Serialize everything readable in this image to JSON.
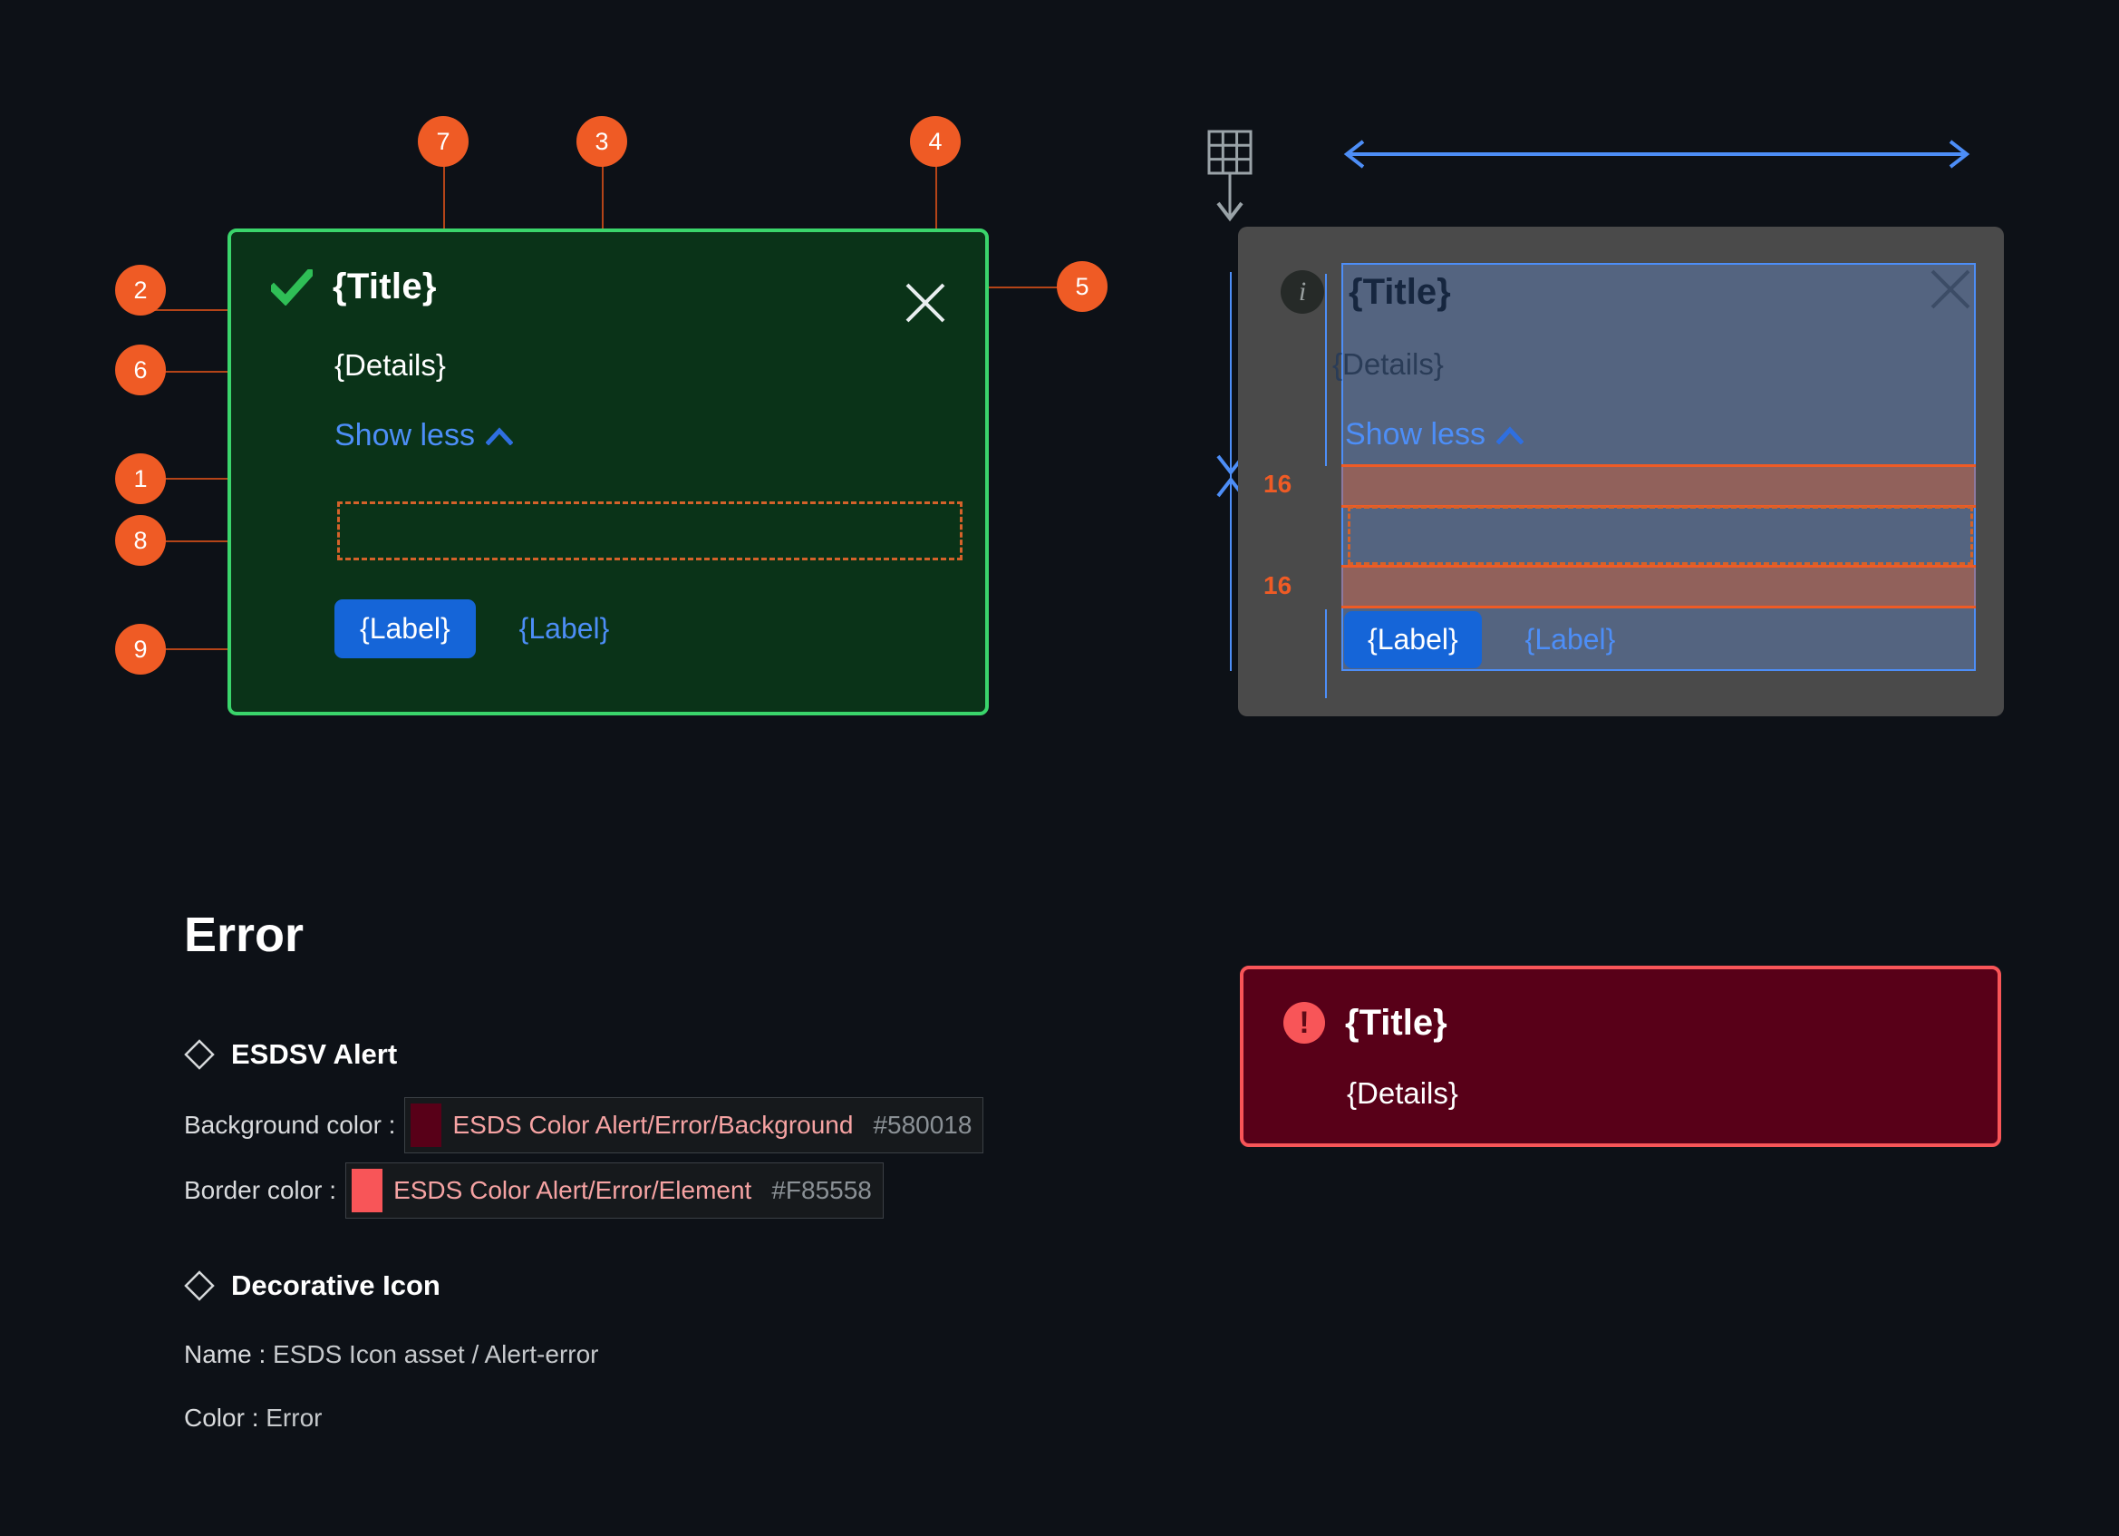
{
  "success_alert": {
    "title": "{Title}",
    "details": "{Details}",
    "show_less": "Show less",
    "primary_label": "{Label}",
    "secondary_label": "{Label}",
    "status_icon": "check-icon",
    "close_icon": "close-icon",
    "colors": {
      "background": "#0A3318",
      "border": "#3AD56B",
      "link": "#4D8EF7",
      "primary_button": "#1565D8"
    }
  },
  "callouts": [
    {
      "number": "1"
    },
    {
      "number": "2"
    },
    {
      "number": "3"
    },
    {
      "number": "4"
    },
    {
      "number": "5"
    },
    {
      "number": "6"
    },
    {
      "number": "7"
    },
    {
      "number": "8"
    },
    {
      "number": "9"
    }
  ],
  "spec_panel": {
    "title": "{Title}",
    "details": "{Details}",
    "show_less": "Show less",
    "primary_label": "{Label}",
    "secondary_label": "{Label}",
    "info_icon_glyph": "i",
    "close_icon": "close-icon",
    "spacing_top": "16",
    "spacing_bottom": "16",
    "grid_icon": "grid-distribute-icon"
  },
  "error_section": {
    "heading": "Error",
    "alert_spec": {
      "heading": "ESDSV Alert",
      "rows": [
        {
          "label": "Background color :",
          "token": "ESDS Color Alert/Error/Background",
          "hex": "#580018",
          "swatch": "#580018"
        },
        {
          "label": "Border color :",
          "token": "ESDS Color Alert/Error/Element",
          "hex": "#F85558",
          "swatch": "#F85558"
        }
      ]
    },
    "icon_spec": {
      "heading": "Decorative Icon",
      "rows": [
        {
          "label": "Name :",
          "value": "ESDS Icon asset / Alert-error"
        },
        {
          "label": "Color :",
          "value": "Error"
        }
      ]
    }
  },
  "error_alert": {
    "title": "{Title}",
    "details": "{Details}",
    "status_icon": "alert-error-icon",
    "icon_glyph": "!",
    "colors": {
      "background": "#580018",
      "border": "#F85558"
    }
  }
}
